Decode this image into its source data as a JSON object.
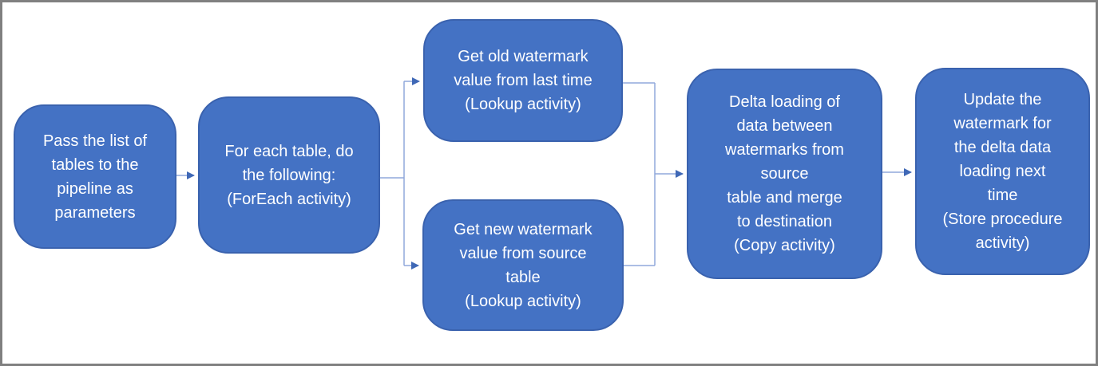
{
  "colors": {
    "box_fill": "#4472C4",
    "box_border": "#3A62AE",
    "box_text": "#FFFFFF",
    "connector_line": "#91A9DB",
    "arrowhead": "#3F68B6",
    "frame_border": "#808080",
    "background": "#FFFFFF"
  },
  "nodes": [
    {
      "id": "pass-tables",
      "text": "Pass the list of\ntables to the\npipeline as\nparameters"
    },
    {
      "id": "foreach-table",
      "text": "For each table, do\nthe following:\n(ForEach activity)"
    },
    {
      "id": "get-old-watermark",
      "text": "Get old watermark\nvalue from last time\n(Lookup activity)"
    },
    {
      "id": "get-new-watermark",
      "text": "Get new watermark\nvalue from source\ntable\n(Lookup activity)"
    },
    {
      "id": "delta-loading",
      "text": "Delta loading of\ndata between\nwatermarks from\nsource\ntable and merge\nto destination\n(Copy activity)"
    },
    {
      "id": "update-watermark",
      "text": "Update the\nwatermark for\nthe delta data\nloading next\ntime\n(Store procedure\nactivity)"
    }
  ]
}
